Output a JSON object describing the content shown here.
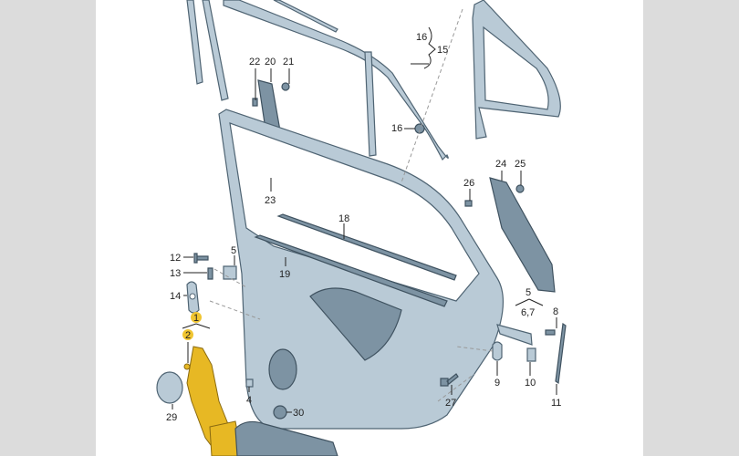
{
  "diagram": {
    "callouts": {
      "c1": "1",
      "c2": "2",
      "c4": "4",
      "c5a": "5",
      "c5b": "5",
      "c67": "6,7",
      "c8": "8",
      "c9": "9",
      "c10": "10",
      "c11": "11",
      "c12": "12",
      "c13": "13",
      "c14": "14",
      "c15": "15",
      "c16a": "16",
      "c16b": "16",
      "c18": "18",
      "c19": "19",
      "c20": "20",
      "c21": "21",
      "c22": "22",
      "c23": "23",
      "c24": "24",
      "c25": "25",
      "c26": "26",
      "c27": "27",
      "c29": "29",
      "c30": "30"
    },
    "colors": {
      "part": "#b9cad6",
      "highlight": "#e7b824",
      "background": "#dcdcdc"
    }
  }
}
